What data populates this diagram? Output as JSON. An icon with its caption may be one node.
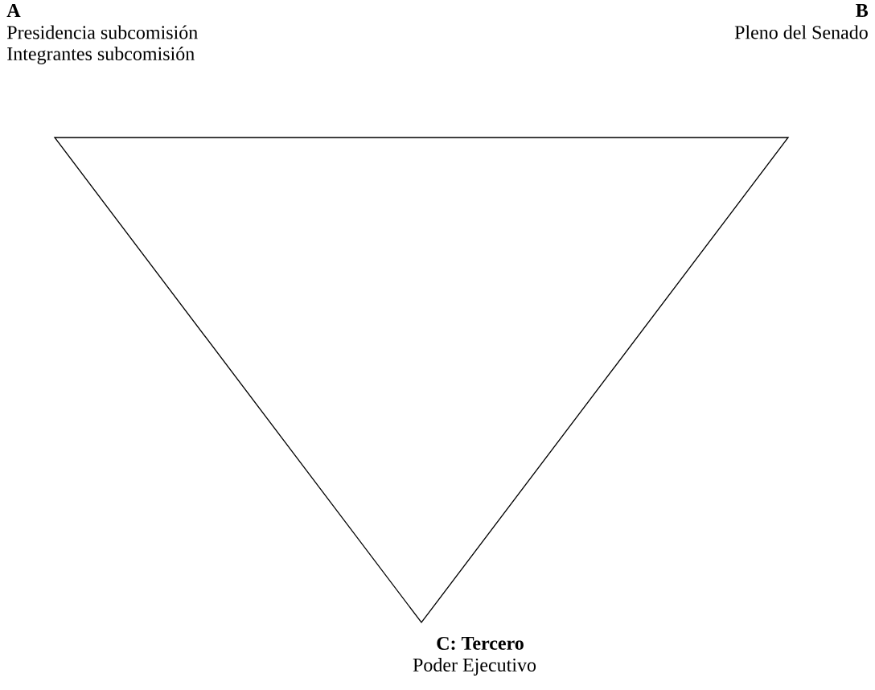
{
  "diagram": {
    "nodes": [
      {
        "text": [],
        "shape": "triangle"
      }
    ],
    "labels": [
      "A",
      "Presidencia subcomisión",
      "Integrantes subcomisión",
      "B",
      "Pleno del Senado",
      "C: Tercero",
      "Poder Ejecutivo"
    ]
  }
}
